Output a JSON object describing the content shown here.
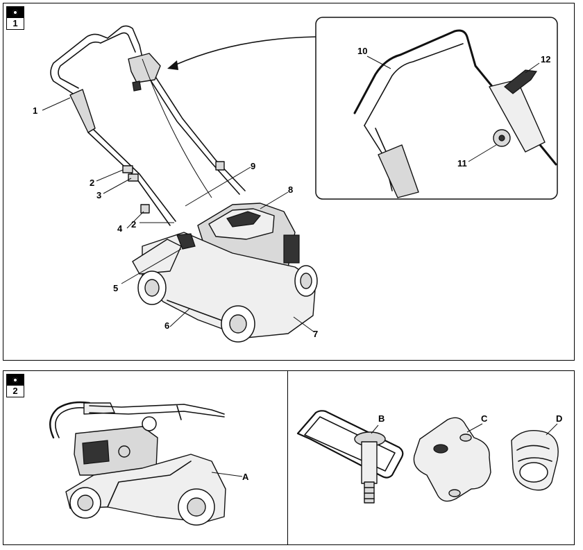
{
  "figures": [
    {
      "number": "1",
      "callouts": [
        "1",
        "2",
        "3",
        "2",
        "4",
        "5",
        "6",
        "7",
        "8",
        "9",
        "10",
        "11",
        "12"
      ]
    },
    {
      "number": "2",
      "callouts": [
        "A",
        "B",
        "C",
        "D"
      ]
    }
  ]
}
